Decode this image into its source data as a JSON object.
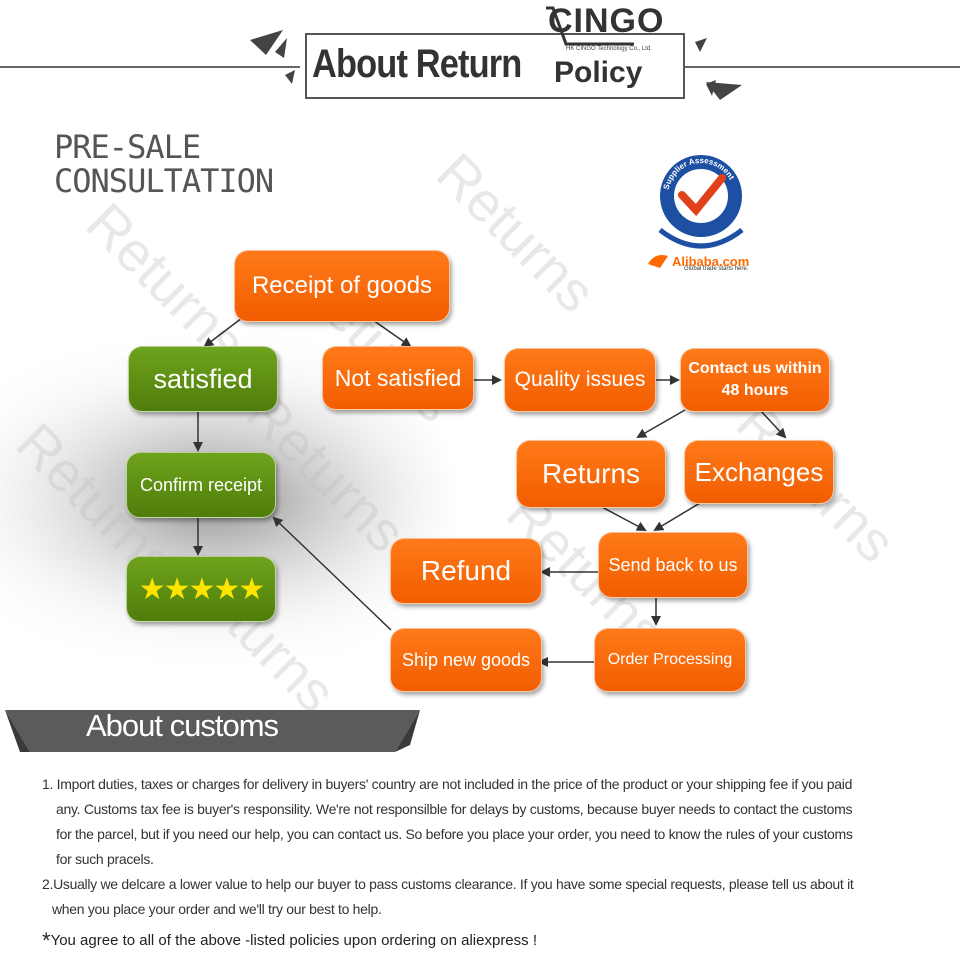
{
  "header": {
    "title": "About Return",
    "policy": "Policy",
    "logo": "CINGO",
    "logo_sub": "HK CINGO Technology Co., Ltd."
  },
  "section_title": {
    "line1": "PRE-SALE",
    "line2": "CONSULTATION"
  },
  "badge": {
    "seal_text": "Supplier Assessment",
    "brand": "Alibaba.com",
    "tagline": "Global trade starts here."
  },
  "watermark": "Returns",
  "flow": {
    "receipt": "Receipt of goods",
    "satisfied": "satisfied",
    "not_satisfied": "Not satisfied",
    "quality": "Quality issues",
    "contact_line1": "Contact us within",
    "contact_line2": "48 hours",
    "returns": "Returns",
    "exchanges": "Exchanges",
    "confirm": "Confirm receipt",
    "stars": "★★★★★",
    "refund": "Refund",
    "send_back": "Send back to us",
    "ship_new": "Ship new goods",
    "order_processing": "Order Processing"
  },
  "customs": {
    "title": "About customs",
    "p1_line1": "1. Import duties, taxes or charges for delivery in buyers' country are not included in the price of the product or your shipping fee if  you paid",
    "p1_line2": "any.  Customs tax fee is buyer's responsility. We're not responsilble for delays by customs, because buyer needs to contact the customs",
    "p1_line3": "for the parcel, but if you need our help, you can contact us. So before you place your order, you need to know the rules of your customs",
    "p1_line4": "for such pracels.",
    "p2_line1": "2.Usually we delcare a lower value to help our buyer to pass customs clearance. If you have some special requests, please tell us about it",
    "p2_line2": "when you place your order and we'll try our best to help.",
    "final_star": "*",
    "final": "You  agree to all of the above -listed  policies upon ordering on aliexpress !"
  }
}
